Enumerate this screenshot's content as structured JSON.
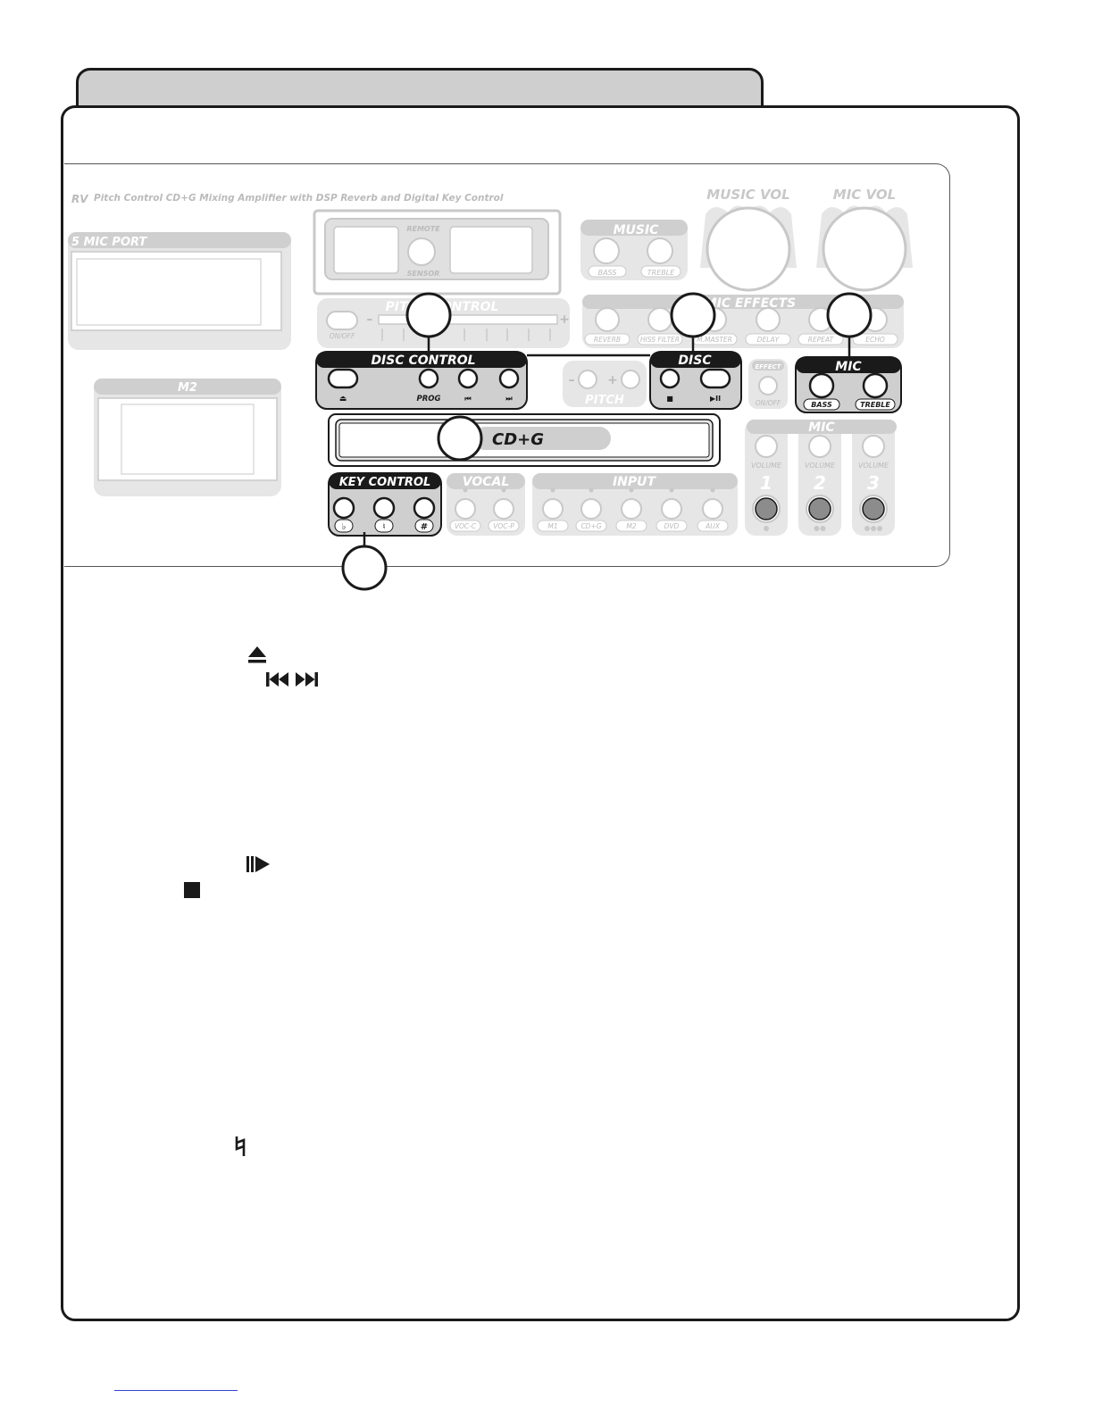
{
  "panel": {
    "model_prefix": "RV",
    "tagline": "Pitch Control CD+G Mixing Amplifier with DSP Reverb and Digital Key Control",
    "mic_port": "5 MIC PORT",
    "m2": "M2",
    "remote_sensor": {
      "top": "REMOTE",
      "bottom": "SENSOR"
    },
    "music": {
      "title": "MUSIC",
      "bass": "BASS",
      "treble": "TREBLE"
    },
    "music_vol": "MUSIC VOL",
    "mic_vol": "MIC VOL",
    "pitch_control": {
      "title": "PITCH CONTROL",
      "on_off": "ON/OFF",
      "minus": "–",
      "plus": "+"
    },
    "mic_effects": {
      "title": "MIC EFFECTS",
      "buttons": [
        "REVERB",
        "HISS FILTER",
        "M.MASTER",
        "DELAY",
        "REPEAT",
        "ECHO"
      ]
    },
    "disc_control": {
      "title": "DISC CONTROL",
      "eject": "⏏",
      "prog": "PROG",
      "prev": "⏮",
      "next": "⏭"
    },
    "pitch": {
      "title": "PITCH",
      "minus": "–",
      "plus": "+"
    },
    "disc": {
      "title": "DISC",
      "stop": "■",
      "play_pause": "▶II"
    },
    "effect": {
      "title": "EFFECT",
      "on_off": "ON/OFF"
    },
    "mic_tone": {
      "title": "MIC",
      "bass": "BASS",
      "treble": "TREBLE"
    },
    "cdg": "CD+G",
    "mic_section": {
      "title": "MIC",
      "volume": "VOLUME",
      "channels": [
        "1",
        "2",
        "3"
      ]
    },
    "key_control": {
      "title": "KEY CONTROL",
      "flat": "♭",
      "natural": "♮",
      "sharp": "#"
    },
    "vocal": {
      "title": "VOCAL",
      "buttons": [
        "VOC-C",
        "VOC-P"
      ]
    },
    "input": {
      "title": "INPUT",
      "buttons": [
        "M1",
        "CD+G",
        "M2",
        "DVD",
        "AUX"
      ]
    }
  },
  "icons": [
    "eject-icon",
    "prev-next-icon",
    "play-pause-icon",
    "stop-icon",
    "natural-icon"
  ]
}
